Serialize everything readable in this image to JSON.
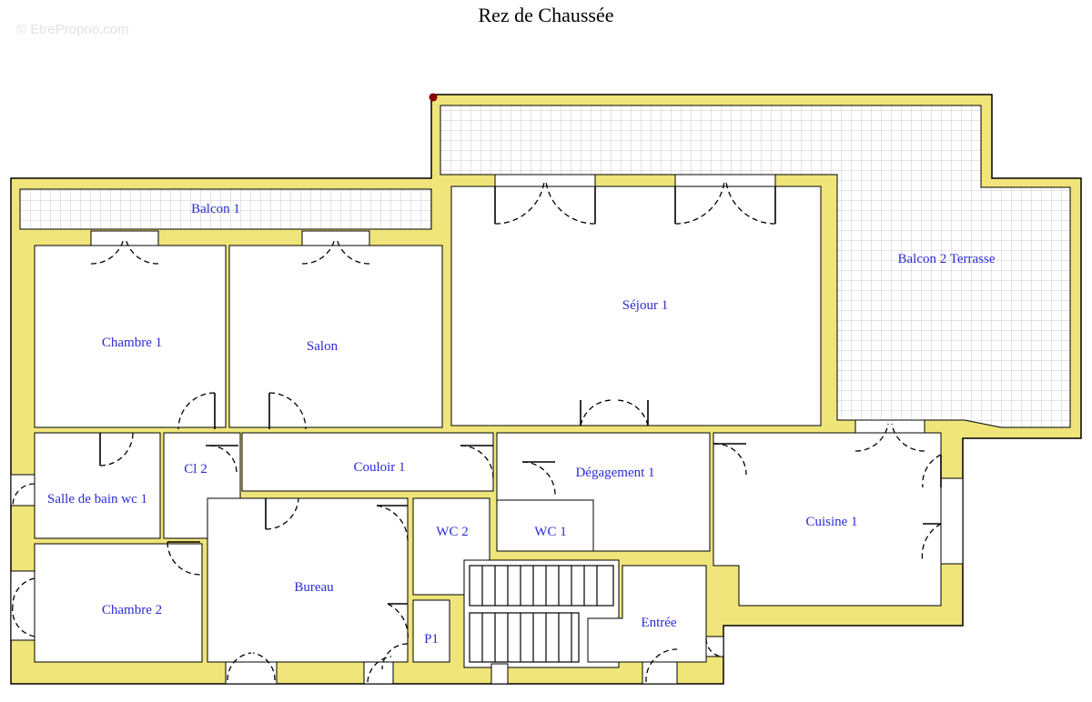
{
  "title": "Rez de Chaussée",
  "watermark": "© EtreProprio.com",
  "colors": {
    "wall_fill": "#efe57a",
    "wall_stroke": "#000000",
    "room_fill": "#ffffff",
    "balcony_grid": "#c8c8c8",
    "label": "#2b2bd6",
    "marker": "#8b0000"
  },
  "rooms": {
    "balcon1": "Balcon 1",
    "balcon2": "Balcon 2 Terrasse",
    "sejour1": "Séjour 1",
    "chambre1": "Chambre 1",
    "salon": "Salon",
    "couloir1": "Couloir 1",
    "degagement1": "Dégagement 1",
    "cuisine1": "Cuisine 1",
    "cl2": "Cl 2",
    "salle_de_bain": "Salle de bain wc 1",
    "wc2": "WC 2",
    "wc1": "WC 1",
    "bureau": "Bureau",
    "chambre2": "Chambre 2",
    "p1": "P1",
    "entree": "Entrée"
  }
}
